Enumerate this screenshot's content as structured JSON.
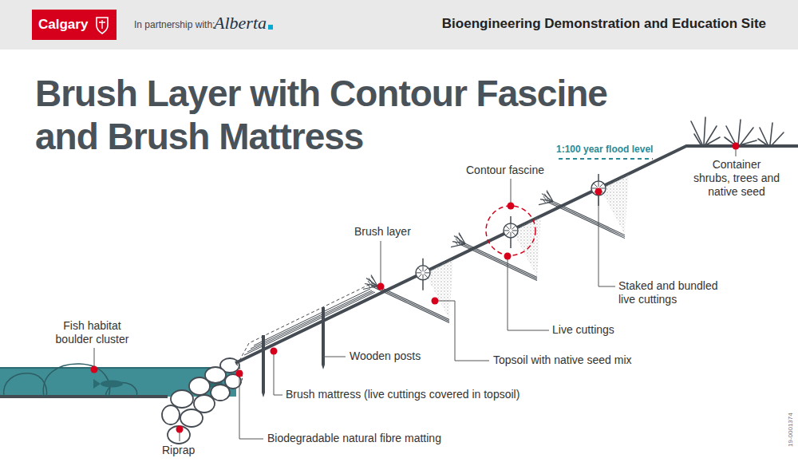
{
  "diagram": {
    "title": "Brush Layer with Contour Fascine and Brush Mattress",
    "nodes": [
      {
        "text": [
          "In partnership with:",
          "Alberta",
          "Bioengineering Demonstration and Education Site"
        ]
      },
      {
        "text": [
          "Calgary"
        ],
        "in": 0
      }
    ],
    "labels": [
      "1:100 year flood level",
      "Contour fascine",
      "Container shrubs, trees and native seed",
      "Brush layer",
      "Staked and bundled live cuttings",
      "Fish habitat boulder cluster",
      "Live cuttings",
      "Wooden posts",
      "Topsoil with native seed mix",
      "Brush mattress (live cuttings covered in topsoil)",
      "Riprap",
      "Biodegradable natural fibre matting",
      "19-0001374"
    ]
  }
}
